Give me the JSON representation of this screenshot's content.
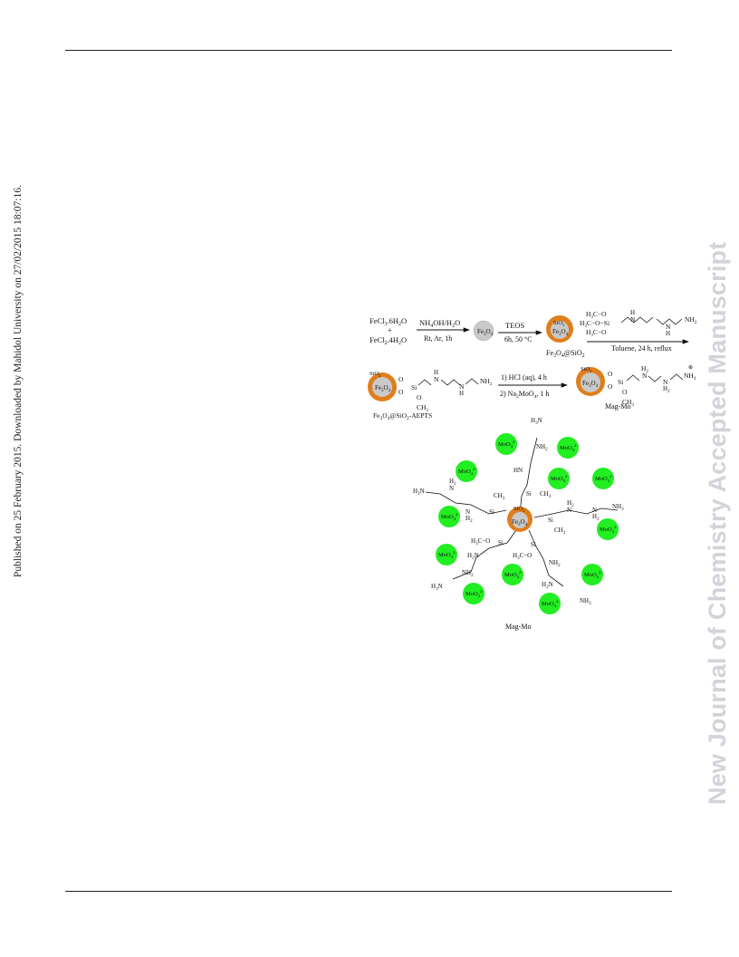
{
  "page": {
    "side_note": "Published on 25 February 2015. Downloaded by Mahidol University on 27/02/2015 18:07:16.",
    "watermark": "New Journal of Chemistry Accepted Manuscript"
  },
  "colors": {
    "shell": "#e07e1b",
    "core": "#c9c9c9",
    "molybdate": "#22ee22",
    "watermark": "#d3d3db"
  },
  "scheme": {
    "row1": {
      "reactant_1": "FeCl3.6H2O",
      "plus": "+",
      "reactant_2": "FeCl2.4H2O",
      "step1_top": "NH4OH/H2O",
      "step1_bottom": "Rt, Ar, 1h",
      "fe3o4": "Fe3O4",
      "step2_top": "TEOS",
      "step2_bottom": "6h, 50 °C",
      "sio2": "SiO2",
      "core_product_label": "Fe3O4@SiO2",
      "silane_methoxy": "H3C−O",
      "silane_si": "Si",
      "nh": "N\nH",
      "nh2": "NH2",
      "step3_bottom": "Toluene, 24 h, reflux"
    },
    "row2": {
      "aepts_label": "Fe3O4@SiO2-AEPTS",
      "step4_top": "1) HCl  (aq), 4 h",
      "step4_bottom": "2) Na2MoO4, 1 h",
      "product_label": "Mag-Mo",
      "nh3": "NH3",
      "h2": "H2",
      "ch3": "CH3"
    },
    "cluster": {
      "center_label": "Fe3O4",
      "shell_label": "SiO2",
      "molybdate_label": "MoO4",
      "molybdate_charge": "2−",
      "ammonium": "H3N",
      "amine_h2": "NH2",
      "caption": "Mag-Mo"
    }
  }
}
